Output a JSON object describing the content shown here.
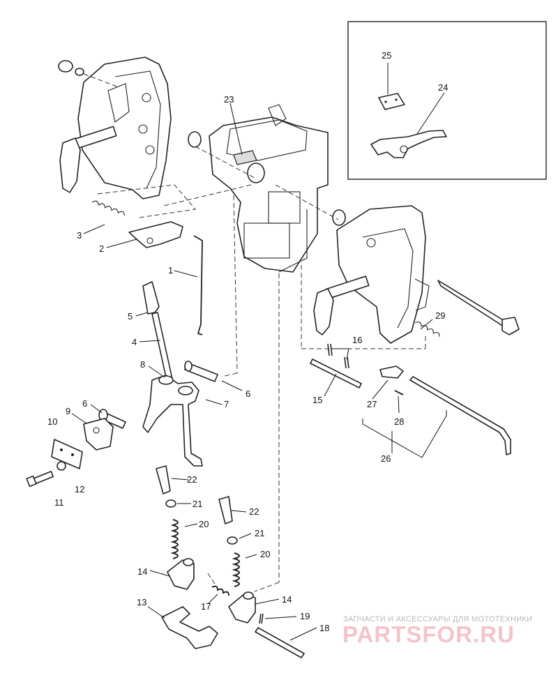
{
  "callouts": [
    {
      "id": "c1",
      "text": "1"
    },
    {
      "id": "c2",
      "text": "2"
    },
    {
      "id": "c3",
      "text": "3"
    },
    {
      "id": "c4",
      "text": "4"
    },
    {
      "id": "c5",
      "text": "5"
    },
    {
      "id": "c6a",
      "text": "6"
    },
    {
      "id": "c6b",
      "text": "6"
    },
    {
      "id": "c7",
      "text": "7"
    },
    {
      "id": "c8",
      "text": "8"
    },
    {
      "id": "c9",
      "text": "9"
    },
    {
      "id": "c10",
      "text": "10"
    },
    {
      "id": "c11",
      "text": "11"
    },
    {
      "id": "c12",
      "text": "12"
    },
    {
      "id": "c13",
      "text": "13"
    },
    {
      "id": "c14a",
      "text": "14"
    },
    {
      "id": "c14b",
      "text": "14"
    },
    {
      "id": "c15",
      "text": "15"
    },
    {
      "id": "c16",
      "text": "16"
    },
    {
      "id": "c17",
      "text": "17"
    },
    {
      "id": "c18",
      "text": "18"
    },
    {
      "id": "c19",
      "text": "19"
    },
    {
      "id": "c20a",
      "text": "20"
    },
    {
      "id": "c20b",
      "text": "20"
    },
    {
      "id": "c21a",
      "text": "21"
    },
    {
      "id": "c21b",
      "text": "21"
    },
    {
      "id": "c22a",
      "text": "22"
    },
    {
      "id": "c22b",
      "text": "22"
    },
    {
      "id": "c23",
      "text": "23"
    },
    {
      "id": "c24",
      "text": "24"
    },
    {
      "id": "c25",
      "text": "25"
    },
    {
      "id": "c26",
      "text": "26"
    },
    {
      "id": "c27",
      "text": "27"
    },
    {
      "id": "c28",
      "text": "28"
    },
    {
      "id": "c29",
      "text": "29"
    }
  ],
  "watermark": {
    "tagline": "ЗАПЧАСТИ И АКСЕССУАРЫ ДЛЯ МОТОТЕХНИКИ",
    "brand": "PARTSFOR.RU"
  },
  "colors": {
    "line": "#222222",
    "watermark_brand": "#f4c4cc",
    "watermark_tagline": "#b9b9b9"
  }
}
